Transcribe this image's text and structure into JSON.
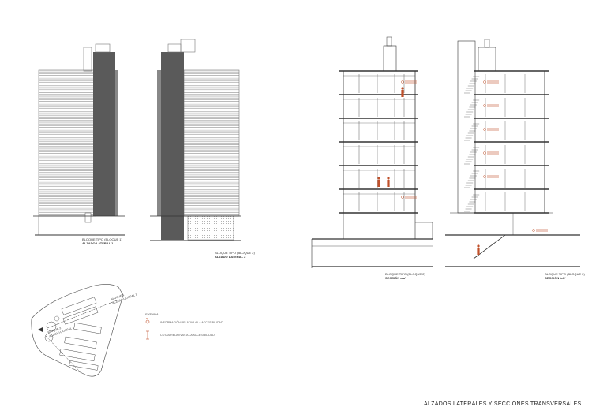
{
  "drawings": [
    {
      "id": "lateral-1",
      "line1": "BLOQUE TIPO (BLOQUE 1)",
      "line2": "ALZADO LATERAL 1"
    },
    {
      "id": "lateral-2",
      "line1": "BLOQUE TIPO (BLOQUE 2)",
      "line2": "ALZADO LATERAL 2"
    },
    {
      "id": "section-aa",
      "line1": "BLOQUE TIPO (BLOQUE 2)",
      "line2": "SECCIÓN a-a'"
    },
    {
      "id": "section-bb",
      "line1": "BLOQUE TIPO (BLOQUE 2)",
      "line2": "SECCIÓN b-b'"
    }
  ],
  "site_plan": {
    "labels": [
      "BLOQUE 1",
      "ALZADO LATERAL 1",
      "BLOQUE 2",
      "ALZADO LATERAL 2"
    ]
  },
  "legend": {
    "title": "LEYENDA:",
    "items": [
      {
        "icon": "accessibility-icon",
        "text": "INFORMACIÓN RELATIVA A LA ACCESIBILIDAD."
      },
      {
        "icon": "dimension-marker-icon",
        "text": "COTAS RELATIVAS A LA ACCESIBILIDAD."
      }
    ]
  },
  "sheet_title": "ALZADOS LATERALES Y SECCIONES TRANSVERSALES.",
  "colors": {
    "accent": "#c0502a",
    "line": "#333333",
    "hatch": "#9a9a9a",
    "core": "#555555"
  }
}
